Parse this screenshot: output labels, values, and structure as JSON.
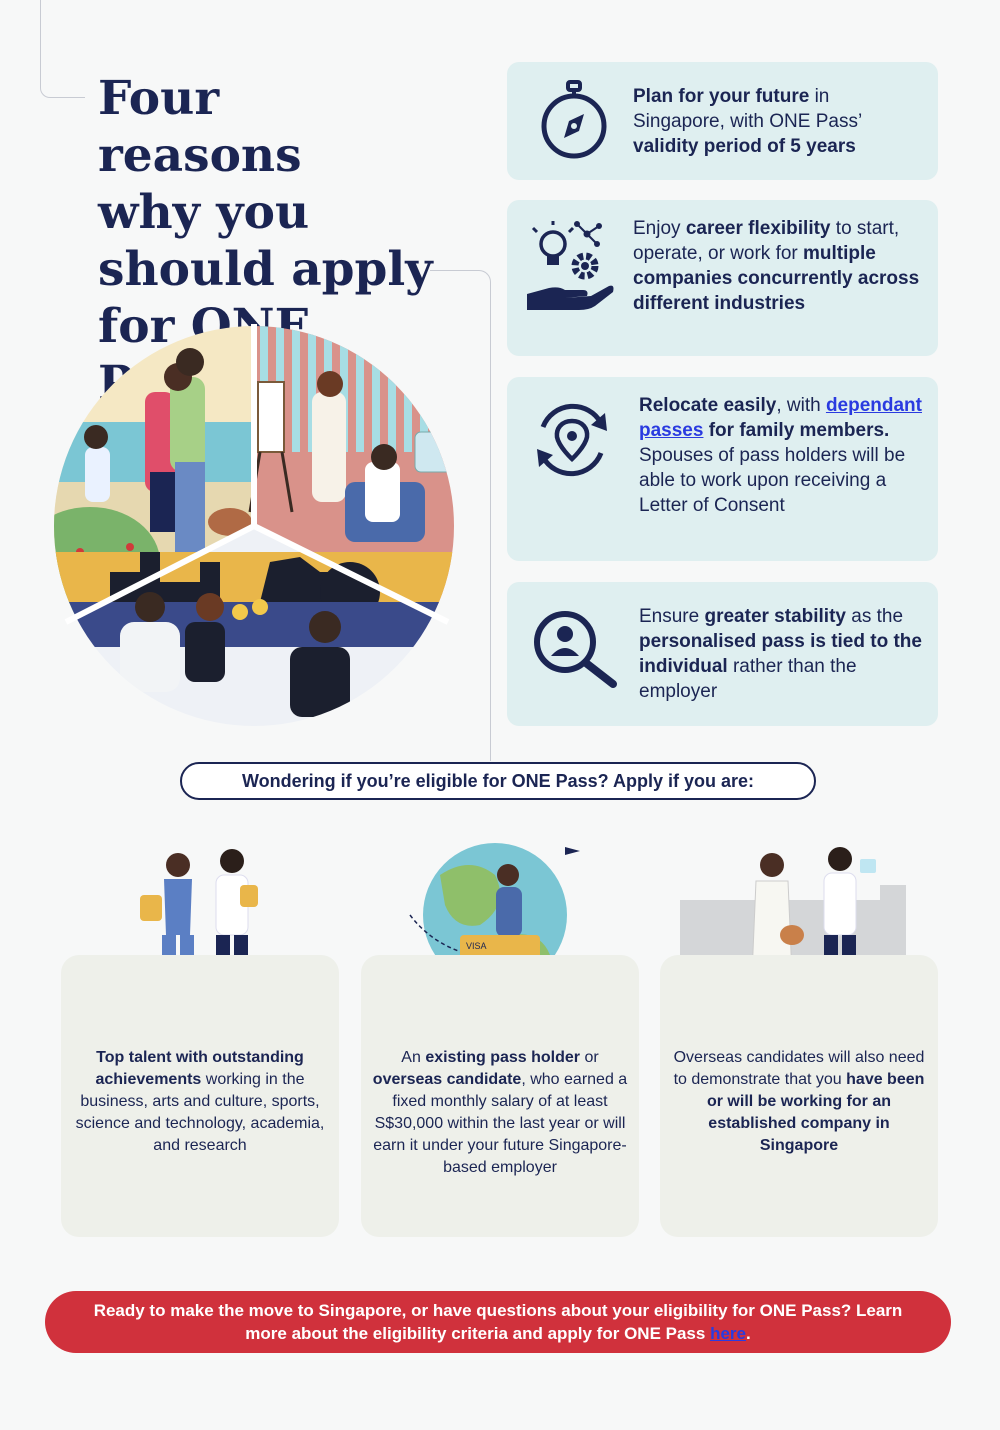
{
  "title": {
    "line1": "Four reasons",
    "line2": "why you",
    "line3": "should apply",
    "line4": "for ONE Pass"
  },
  "reasons": [
    {
      "icon": "compass-icon",
      "bold1": "Plan for your future",
      "text1": " in Singapore, with ONE Pass’ ",
      "bold2": "validity period of 5 years"
    },
    {
      "icon": "lightbulb-gear-hand-icon",
      "text1": "Enjoy ",
      "bold1": "career flexibility",
      "text2": " to start, operate, or work for ",
      "bold2": "multiple companies concurrently across different industries"
    },
    {
      "icon": "relocate-pin-icon",
      "bold1": "Relocate easily",
      "text1": ", with ",
      "link": "dependant passes",
      "text2": " for ",
      "bold2": "family members.",
      "text3": " Spouses of pass holders will be able to work upon receiving a Letter of Consent"
    },
    {
      "icon": "person-magnifier-icon",
      "text1": "Ensure ",
      "bold1": "greater stability",
      "text2": " as the ",
      "bold2": "personalised pass is tied to the individual",
      "text3": " rather than the employer"
    }
  ],
  "eligibility_heading": "Wondering if you’re eligible for ONE Pass? Apply if you are:",
  "criteria": [
    {
      "bold1": "Top talent with outstanding achievements",
      "text1": " working in the business, arts and culture, sports, science and technology, academia, and research"
    },
    {
      "text0": "An ",
      "bold1": "existing pass holder",
      "text1": " or ",
      "bold2": "overseas candidate",
      "text2": ", who earned a fixed monthly salary of at least S$30,000 within the last year or will earn it under your future Singapore-based employer",
      "visa_label": "VISA"
    },
    {
      "text0": "Overseas candidates will also need to demonstrate that you ",
      "bold1": "have been or will be working for an established company in Singapore"
    }
  ],
  "cta": {
    "text": "Ready to make the move to Singapore, or have questions about your eligibility for ONE Pass?  Learn more about the eligibility criteria and apply for ONE Pass ",
    "link": "here",
    "end": "."
  },
  "colors": {
    "navy": "#1b2553",
    "mint": "#dfeff0",
    "red": "#d0313c",
    "card": "#eef0ea"
  }
}
